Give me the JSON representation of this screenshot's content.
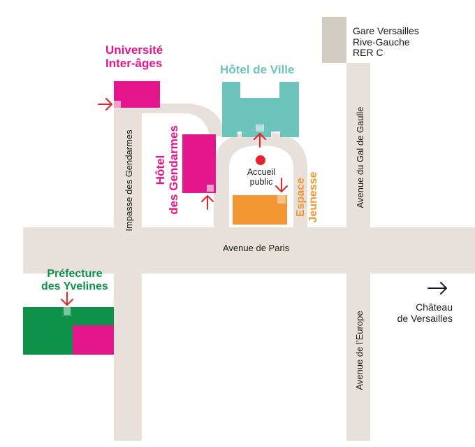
{
  "colors": {
    "road": "#e8e0da",
    "magenta": "#e3168c",
    "teal": "#6dc4bd",
    "orange": "#f39633",
    "green": "#0e9148",
    "station": "#d3ccc5",
    "arrow": "#e4242b",
    "accueil_dot": "#e4242b",
    "text": "#1a1a1a"
  },
  "places": {
    "universite": "Université\nInter-âges",
    "hotel_de_ville": "Hôtel de Ville",
    "hotel_gendarmes": "Hôtel\ndes Gendarmes",
    "espace_jeunesse": "Espace\nJeunesse",
    "prefecture": "Préfecture\ndes Yvelines",
    "accueil": "Accueil\npublic",
    "gare": "Gare Versailles\nRive-Gauche\nRER C",
    "chateau": "Château\nde Versailles"
  },
  "roads": {
    "avenue_de_paris": "Avenue de Paris",
    "impasse_gendarmes": "Impasse des Gendarmes",
    "avenue_general_de_gaulle": "Avenue du Gal de Gaulle",
    "avenue_europe": "Avenue de l’Europe"
  },
  "icons": {
    "entrance": "red-arrow-icon",
    "direction": "right-arrow-icon"
  }
}
